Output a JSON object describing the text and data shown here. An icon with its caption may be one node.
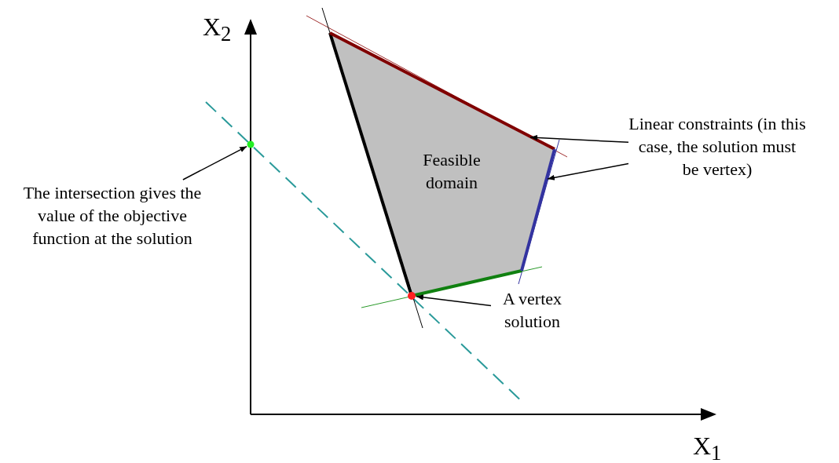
{
  "diagram": {
    "nodes": [
      {
        "text": [
          "Feasible domain"
        ]
      },
      {
        "text": [
          "Linear constraints (in this case, the solution must be vertex)"
        ]
      },
      {
        "text": [],
        "shape": "line"
      },
      {
        "text": [],
        "shape": "line"
      },
      {
        "text": [
          "The intersection gives the value of the objective function at the solution"
        ]
      },
      {
        "text": [],
        "shape": "circle"
      },
      {
        "text": [
          "A vertex solution"
        ]
      },
      {
        "text": [],
        "shape": "circle"
      }
    ],
    "edges": [
      {
        "from": 1,
        "to": 2,
        "arrow": "to"
      },
      {
        "from": 1,
        "to": 3,
        "arrow": "to"
      },
      {
        "from": 4,
        "to": 5,
        "arrow": "to"
      },
      {
        "from": 6,
        "to": 7,
        "arrow": "to"
      }
    ],
    "labels": [
      "X$_{2}$",
      "X$_{1}$"
    ]
  }
}
